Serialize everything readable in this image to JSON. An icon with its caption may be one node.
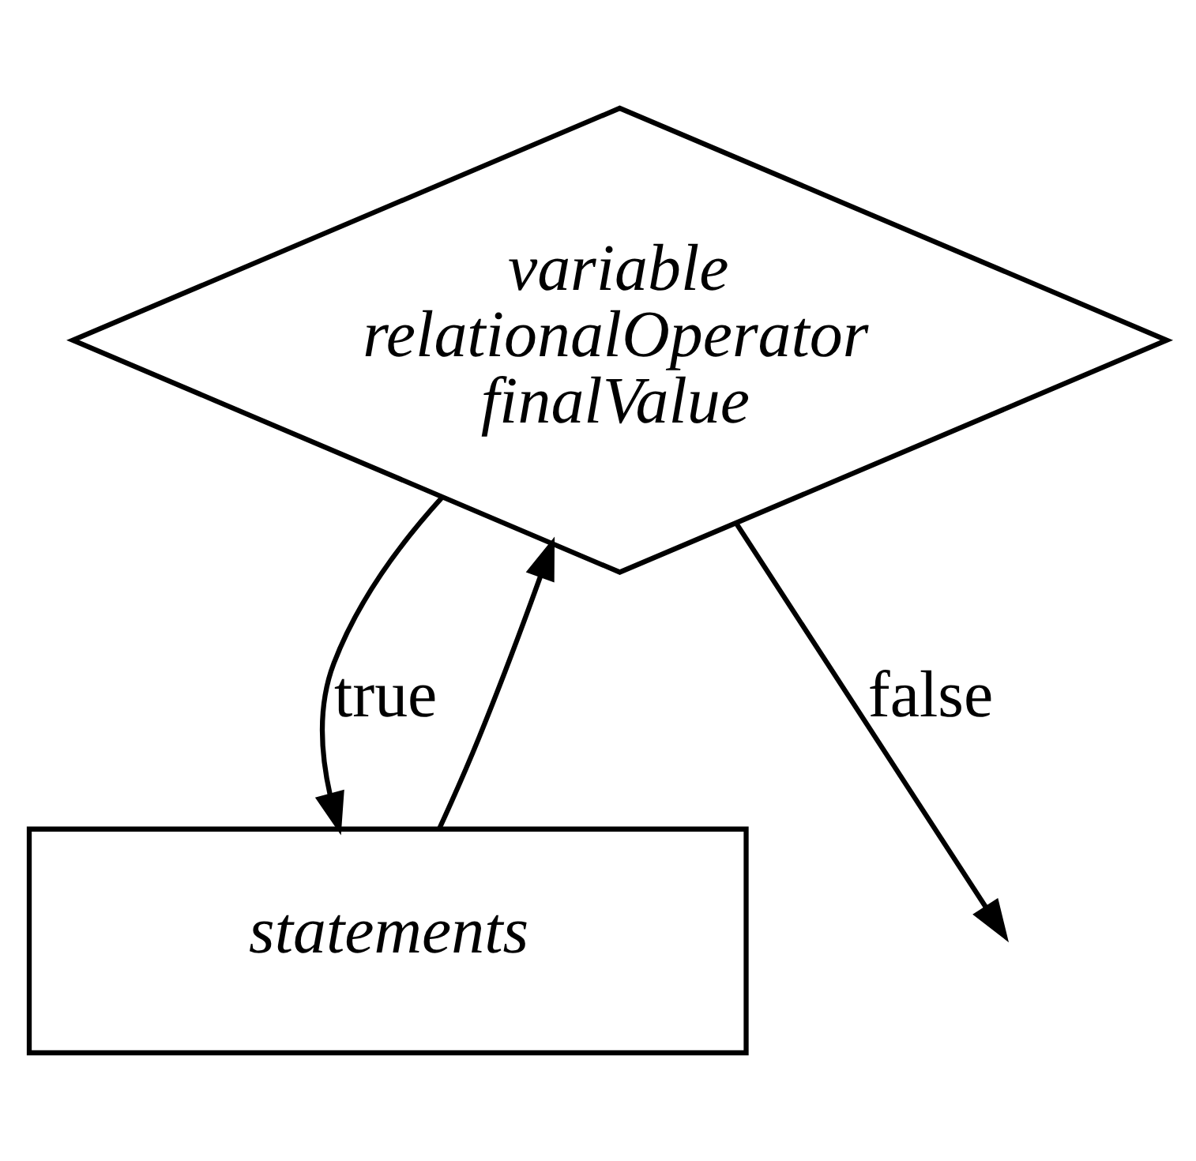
{
  "diagram": {
    "nodes": [
      {
        "text": [
          "variable relationalOperator finalValue"
        ]
      },
      {
        "text": [
          "statements"
        ]
      }
    ],
    "edges": [
      {
        "from": 0,
        "to": 1,
        "arrow": "to",
        "label": "true"
      },
      {
        "from": 1,
        "to": 0,
        "arrow": "to"
      },
      {
        "from": 0,
        "to": null,
        "arrow": "to",
        "label": "false"
      }
    ]
  }
}
